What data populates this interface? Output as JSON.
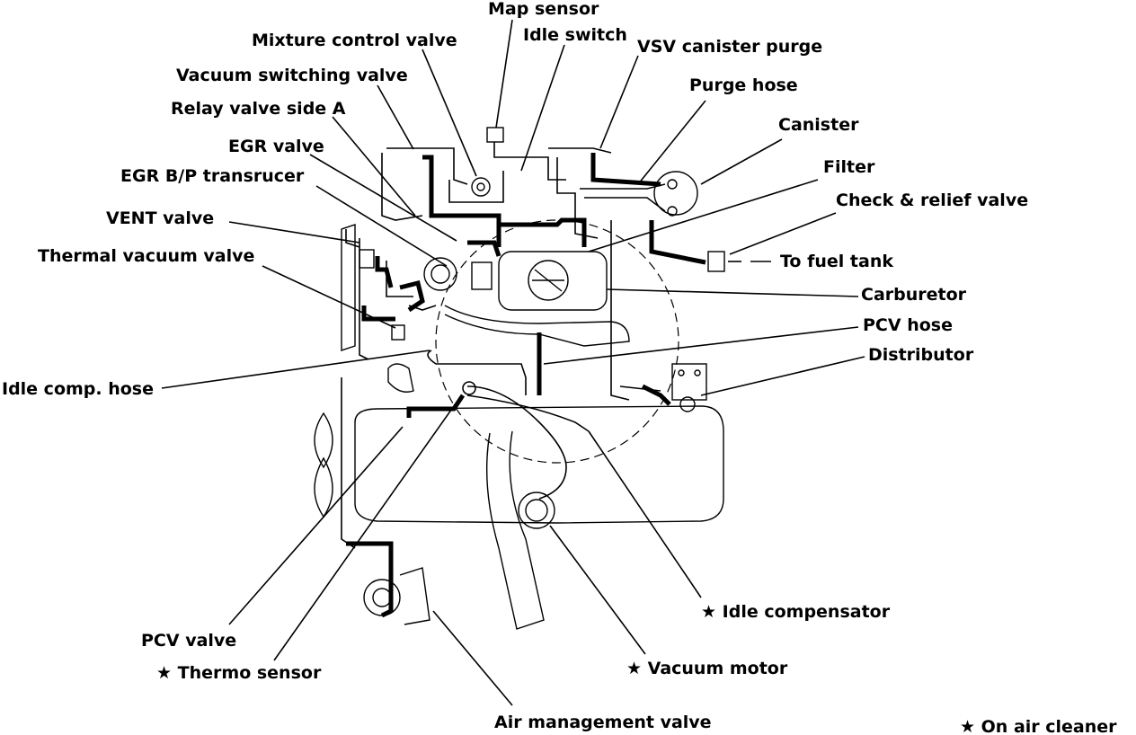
{
  "labels": {
    "map_sensor": "Map sensor",
    "mixture_control_valve": "Mixture control valve",
    "idle_switch": "Idle switch",
    "vsv_canister_purge": "VSV canister purge",
    "vacuum_switching_valve": "Vacuum switching valve",
    "purge_hose": "Purge hose",
    "relay_valve_side_a": "Relay valve side A",
    "canister": "Canister",
    "egr_valve": "EGR valve",
    "filter": "Filter",
    "egr_bp_transducer": "EGR B/P transrucer",
    "check_relief_valve": "Check & relief valve",
    "vent_valve": "VENT valve",
    "to_fuel_tank": "To fuel tank",
    "thermal_vacuum_valve": "Thermal vacuum valve",
    "carburetor": "Carburetor",
    "pcv_hose": "PCV hose",
    "distributor": "Distributor",
    "idle_comp_hose": "Idle comp. hose",
    "idle_compensator": "★ Idle compensator",
    "pcv_valve": "PCV valve",
    "vacuum_motor": "★ Vacuum motor",
    "thermo_sensor": "★ Thermo sensor",
    "air_management_valve": "Air management valve",
    "on_air_cleaner_note": "★ On air cleaner"
  }
}
